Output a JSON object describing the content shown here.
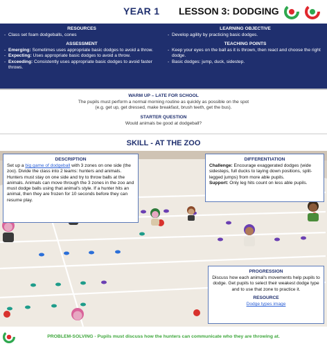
{
  "header": {
    "year": "YEAR 1",
    "lesson": "LESSON 3: DODGING",
    "logo_colors": [
      "#2fa84f",
      "#e0282e"
    ]
  },
  "resources": {
    "title": "RESOURCES",
    "items": [
      "Class set foam dodgeballs, cones"
    ]
  },
  "learning_objective": {
    "title": "LEARNING OBJECTIVE",
    "items": [
      "Develop agility by practicing basic dodges."
    ]
  },
  "assessment": {
    "title": "ASSESSMENT",
    "items": [
      {
        "level": "Emerging:",
        "text": " Sometimes uses appropriate basic dodges to avoid a throw."
      },
      {
        "level": "Expecting:",
        "text": " Uses appropriate basic dodges to avoid a throw."
      },
      {
        "level": "Exceeding:",
        "text": " Consistently uses appropriate basic dodges to avoid faster throws."
      }
    ]
  },
  "teaching_points": {
    "title": "TEACHING POINTS",
    "items": [
      "Keep your eyes on the ball as it is thrown, then react and choose the right dodge.",
      "Basic dodges: jump, duck, sidestep."
    ]
  },
  "warm_up": {
    "title": "WARM UP – LATE FOR SCHOOL",
    "line1": "The pupils must perform a normal morning routine as quickly as possible on the spot",
    "line2": "(e.g. get up, get dressed, make breakfast, brush teeth, get the bus)."
  },
  "starter": {
    "title": "STARTER QUESTION",
    "question": "Would animals be good at dodgeball?"
  },
  "skill": {
    "prefix": "SKILL",
    "dash": " - ",
    "name": "AT THE ZOO"
  },
  "description": {
    "title": "DESCRIPTION",
    "before_link": "Set up a ",
    "link": "big game of dodgeball",
    "after_link": " with 3 zones on one side (the zoo). Divide the class into 2 teams: hunters and animals. Hunters must stay on one side and try to throw balls at the animals. Animals can move through the 3 zones in the zoo and must dodge balls using that animal's style. If a hunter hits an animal, then they are frozen for 10 seconds before they can resume play."
  },
  "differentiation": {
    "title": "DIFFERENTIATION",
    "challenge_label": "Challenge:",
    "challenge": " Encourage exaggerated dodges (wide sidesteps, full ducks to laying down positions, split-legged jumps)  from more able pupils.",
    "support_label": "Support:",
    "support": " Only leg hits count on less able pupils."
  },
  "progression": {
    "title": "PROGRESSION",
    "text": "Discuss how each animal's movements help pupils to dodge. Get pupils to select their weakest dodge type and to use that zone to practice it.",
    "resource_title": "RESOURCE",
    "resource_link": "Dodge types image"
  },
  "footer": {
    "text": "PROBLEM-SOLVING  - Pupils must discuss how the hunters can communicate who they are throwing at."
  },
  "colors": {
    "navy": "#1f2f6e",
    "green": "#3da63b",
    "red_ball": "#d8322d",
    "purple_cone": "#6a3fb2",
    "teal_cone": "#1e9c8a",
    "skin": "#e7a8c2"
  }
}
